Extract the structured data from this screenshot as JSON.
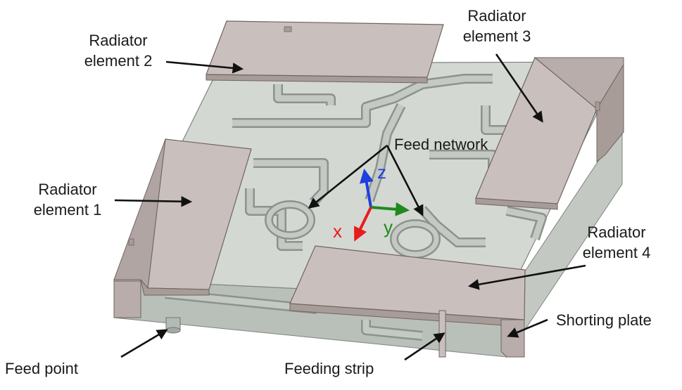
{
  "labels": {
    "radiator_1": [
      "Radiator",
      "element 1"
    ],
    "radiator_2": [
      "Radiator",
      "element 2"
    ],
    "radiator_3": [
      "Radiator",
      "element 3"
    ],
    "radiator_4": [
      "Radiator",
      "element 4"
    ],
    "feed_network": "Feed network",
    "shorting_plate": "Shorting plate",
    "feed_point": "Feed point",
    "feeding_strip": "Feeding strip"
  },
  "axes": {
    "x": {
      "label": "x",
      "color": "#e81c1c"
    },
    "y": {
      "label": "y",
      "color": "#1e8a1e"
    },
    "z": {
      "label": "z",
      "color": "#1f3fe0"
    }
  },
  "colors": {
    "substrate": "#d3d8d3",
    "substrate_edge": "#b9bfb9",
    "radiator_top": "#c9bfbc",
    "radiator_edge": "#a89c98",
    "trace": "#c4c9c4",
    "trace_outline": "#8c928c",
    "arrow": "#111111"
  }
}
